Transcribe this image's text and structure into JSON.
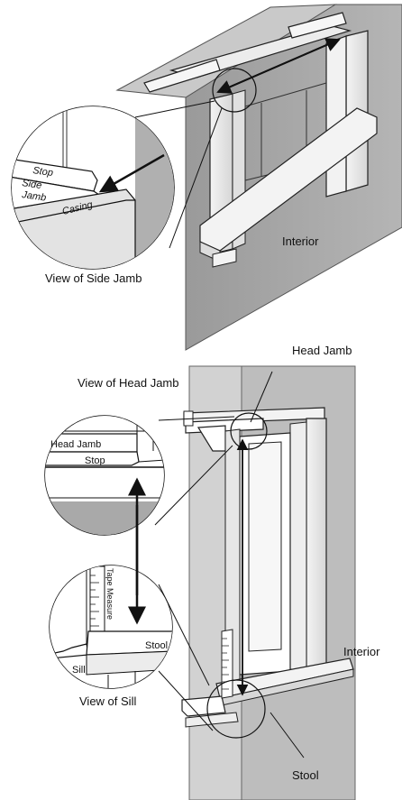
{
  "top_figure": {
    "interior_label": "Interior",
    "view_caption": "View of Side Jamb",
    "callout": {
      "stop": "Stop",
      "side": "Side",
      "jamb": "Jamb",
      "casing": "Casing"
    }
  },
  "bottom_figure": {
    "head_jamb_label": "Head Jamb",
    "view_head_caption": "View of Head Jamb",
    "interior_label": "Interior",
    "stool_label": "Stool",
    "view_sill_caption": "View of Sill",
    "head_callout": {
      "head_jamb": "Head Jamb",
      "stop": "Stop"
    },
    "sill_callout": {
      "tape_measure": "Tape Measure",
      "stool": "Stool",
      "sill": "Sill"
    }
  }
}
